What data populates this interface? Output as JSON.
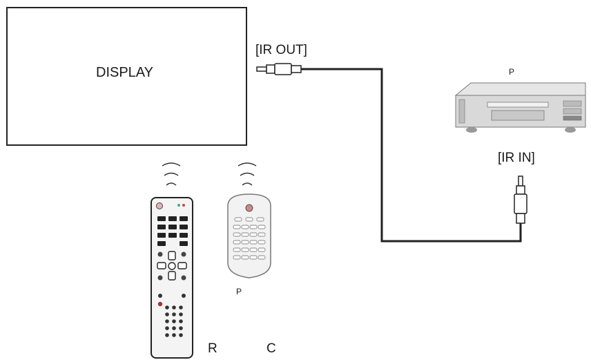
{
  "display": {
    "label": "DISPLAY"
  },
  "ports": {
    "ir_out": "[IR OUT]",
    "ir_in": "[IR IN]"
  },
  "devices": {
    "player_tag": "P",
    "remote_small_tag": "P",
    "remote_r_tag": "R",
    "remote_c_tag": "C"
  },
  "icons": [
    "ir-signal-icon",
    "remote-control-icon",
    "dvd-player-icon",
    "audio-jack-icon"
  ]
}
